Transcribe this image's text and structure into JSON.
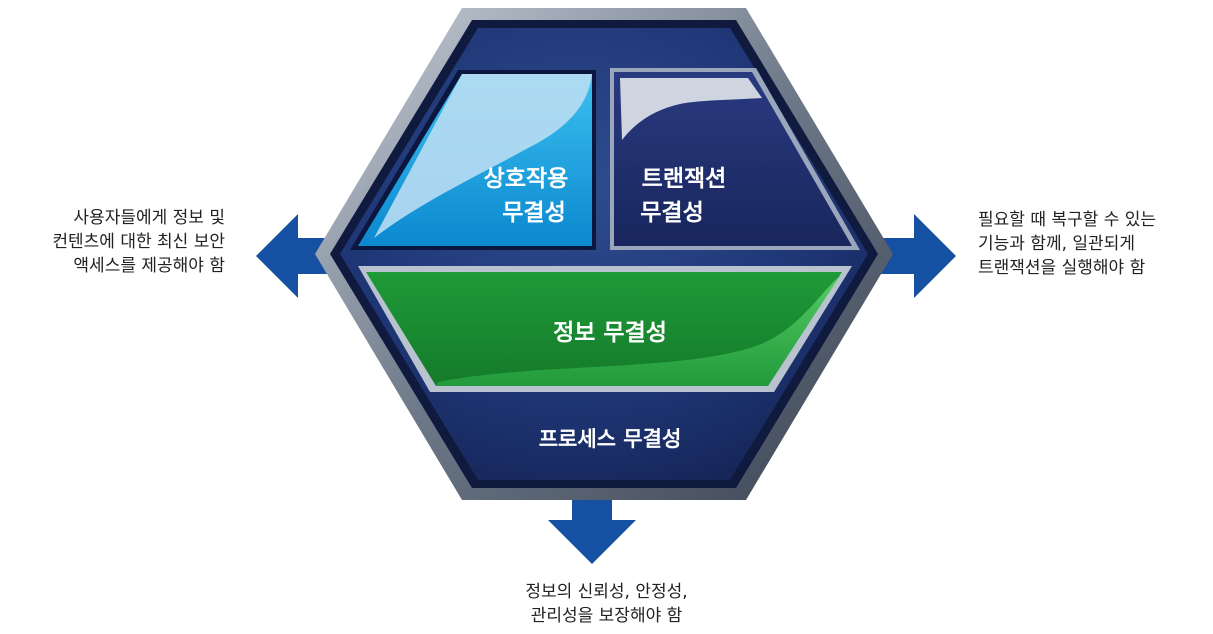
{
  "panels": {
    "interaction": {
      "line1": "상호작용",
      "line2": "무결성"
    },
    "transaction": {
      "line1": "트랜잭션",
      "line2": "무결성"
    },
    "information": {
      "label": "정보 무결성"
    },
    "process": {
      "label": "프로세스 무결성"
    }
  },
  "notes": {
    "left": [
      "사용자들에게 정보 및",
      "컨텐츠에 대한 최신 보안",
      "액세스를 제공해야 함"
    ],
    "right": [
      "필요할 때 복구할 수 있는",
      "기능과 함께, 일관되게",
      "트랜잭션을 실행해야 함"
    ],
    "bottom": [
      "정보의 신뢰성, 안정성,",
      "관리성을 보장해야 함"
    ]
  },
  "colors": {
    "hexagon_frame": "#8c97a8",
    "hexagon_fill": "#1f3a78",
    "interaction_panel": "#1aa3e0",
    "transaction_panel": "#1c2a6a",
    "information_panel": "#22a03a",
    "arrow": "#1550a0"
  },
  "icons": {
    "left_arrow": "arrow-left-icon",
    "right_arrow": "arrow-right-icon",
    "bottom_arrow": "arrow-down-icon"
  }
}
